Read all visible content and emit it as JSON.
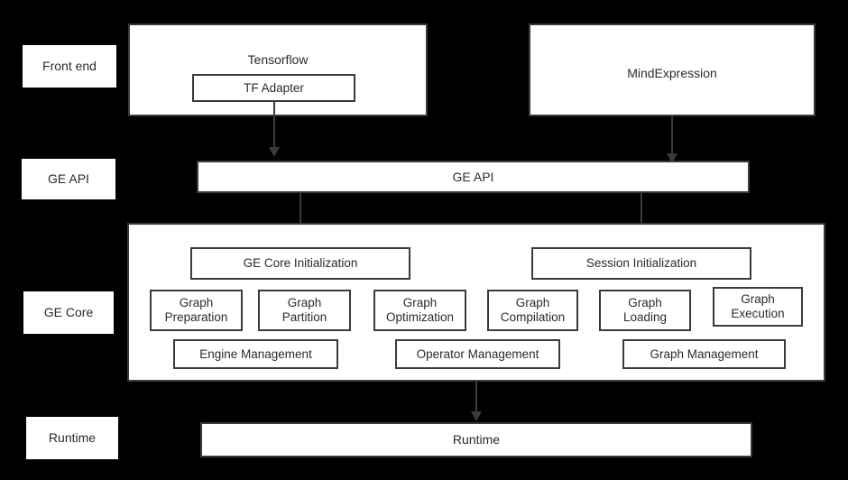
{
  "diagram": {
    "title": "GE architecture layered diagram",
    "background_color": "#000000",
    "box_fill": "#ffffff",
    "box_border": "#3b3b3b",
    "text_color": "#2b2b2b"
  },
  "layer_labels": [
    {
      "label": "Front end"
    },
    {
      "label": "GE API"
    },
    {
      "label": "GE Core"
    },
    {
      "label": "Runtime"
    }
  ],
  "frontend": {
    "tensorflow": {
      "title": "Tensorflow",
      "adapter": "TF Adapter"
    },
    "mindexpression": {
      "title": "MindExpression"
    }
  },
  "ge_api": {
    "label": "GE API"
  },
  "ge_core": {
    "init_boxes": [
      {
        "label": "GE Core Initialization"
      },
      {
        "label": "Session Initialization"
      }
    ],
    "units": [
      {
        "line1": "Graph",
        "line2": "Preparation"
      },
      {
        "line1": "Graph",
        "line2": "Partition"
      },
      {
        "line1": "Graph",
        "line2": "Optimization"
      },
      {
        "line1": "Graph",
        "line2": "Compilation"
      },
      {
        "line1": "Graph",
        "line2": "Loading"
      },
      {
        "line1": "Graph",
        "line2": "Execution"
      }
    ],
    "management": [
      {
        "label": "Engine Management"
      },
      {
        "label": "Operator Management"
      },
      {
        "label": "Graph Management"
      }
    ]
  },
  "runtime": {
    "label": "Runtime"
  },
  "arrows": [
    {
      "name": "tf-adapter-to-ge-api"
    },
    {
      "name": "mindexpression-to-ge-api"
    },
    {
      "name": "ge-api-to-ge-core-initialization"
    },
    {
      "name": "ge-api-to-session-initialization"
    },
    {
      "name": "ge-core-to-runtime"
    }
  ]
}
